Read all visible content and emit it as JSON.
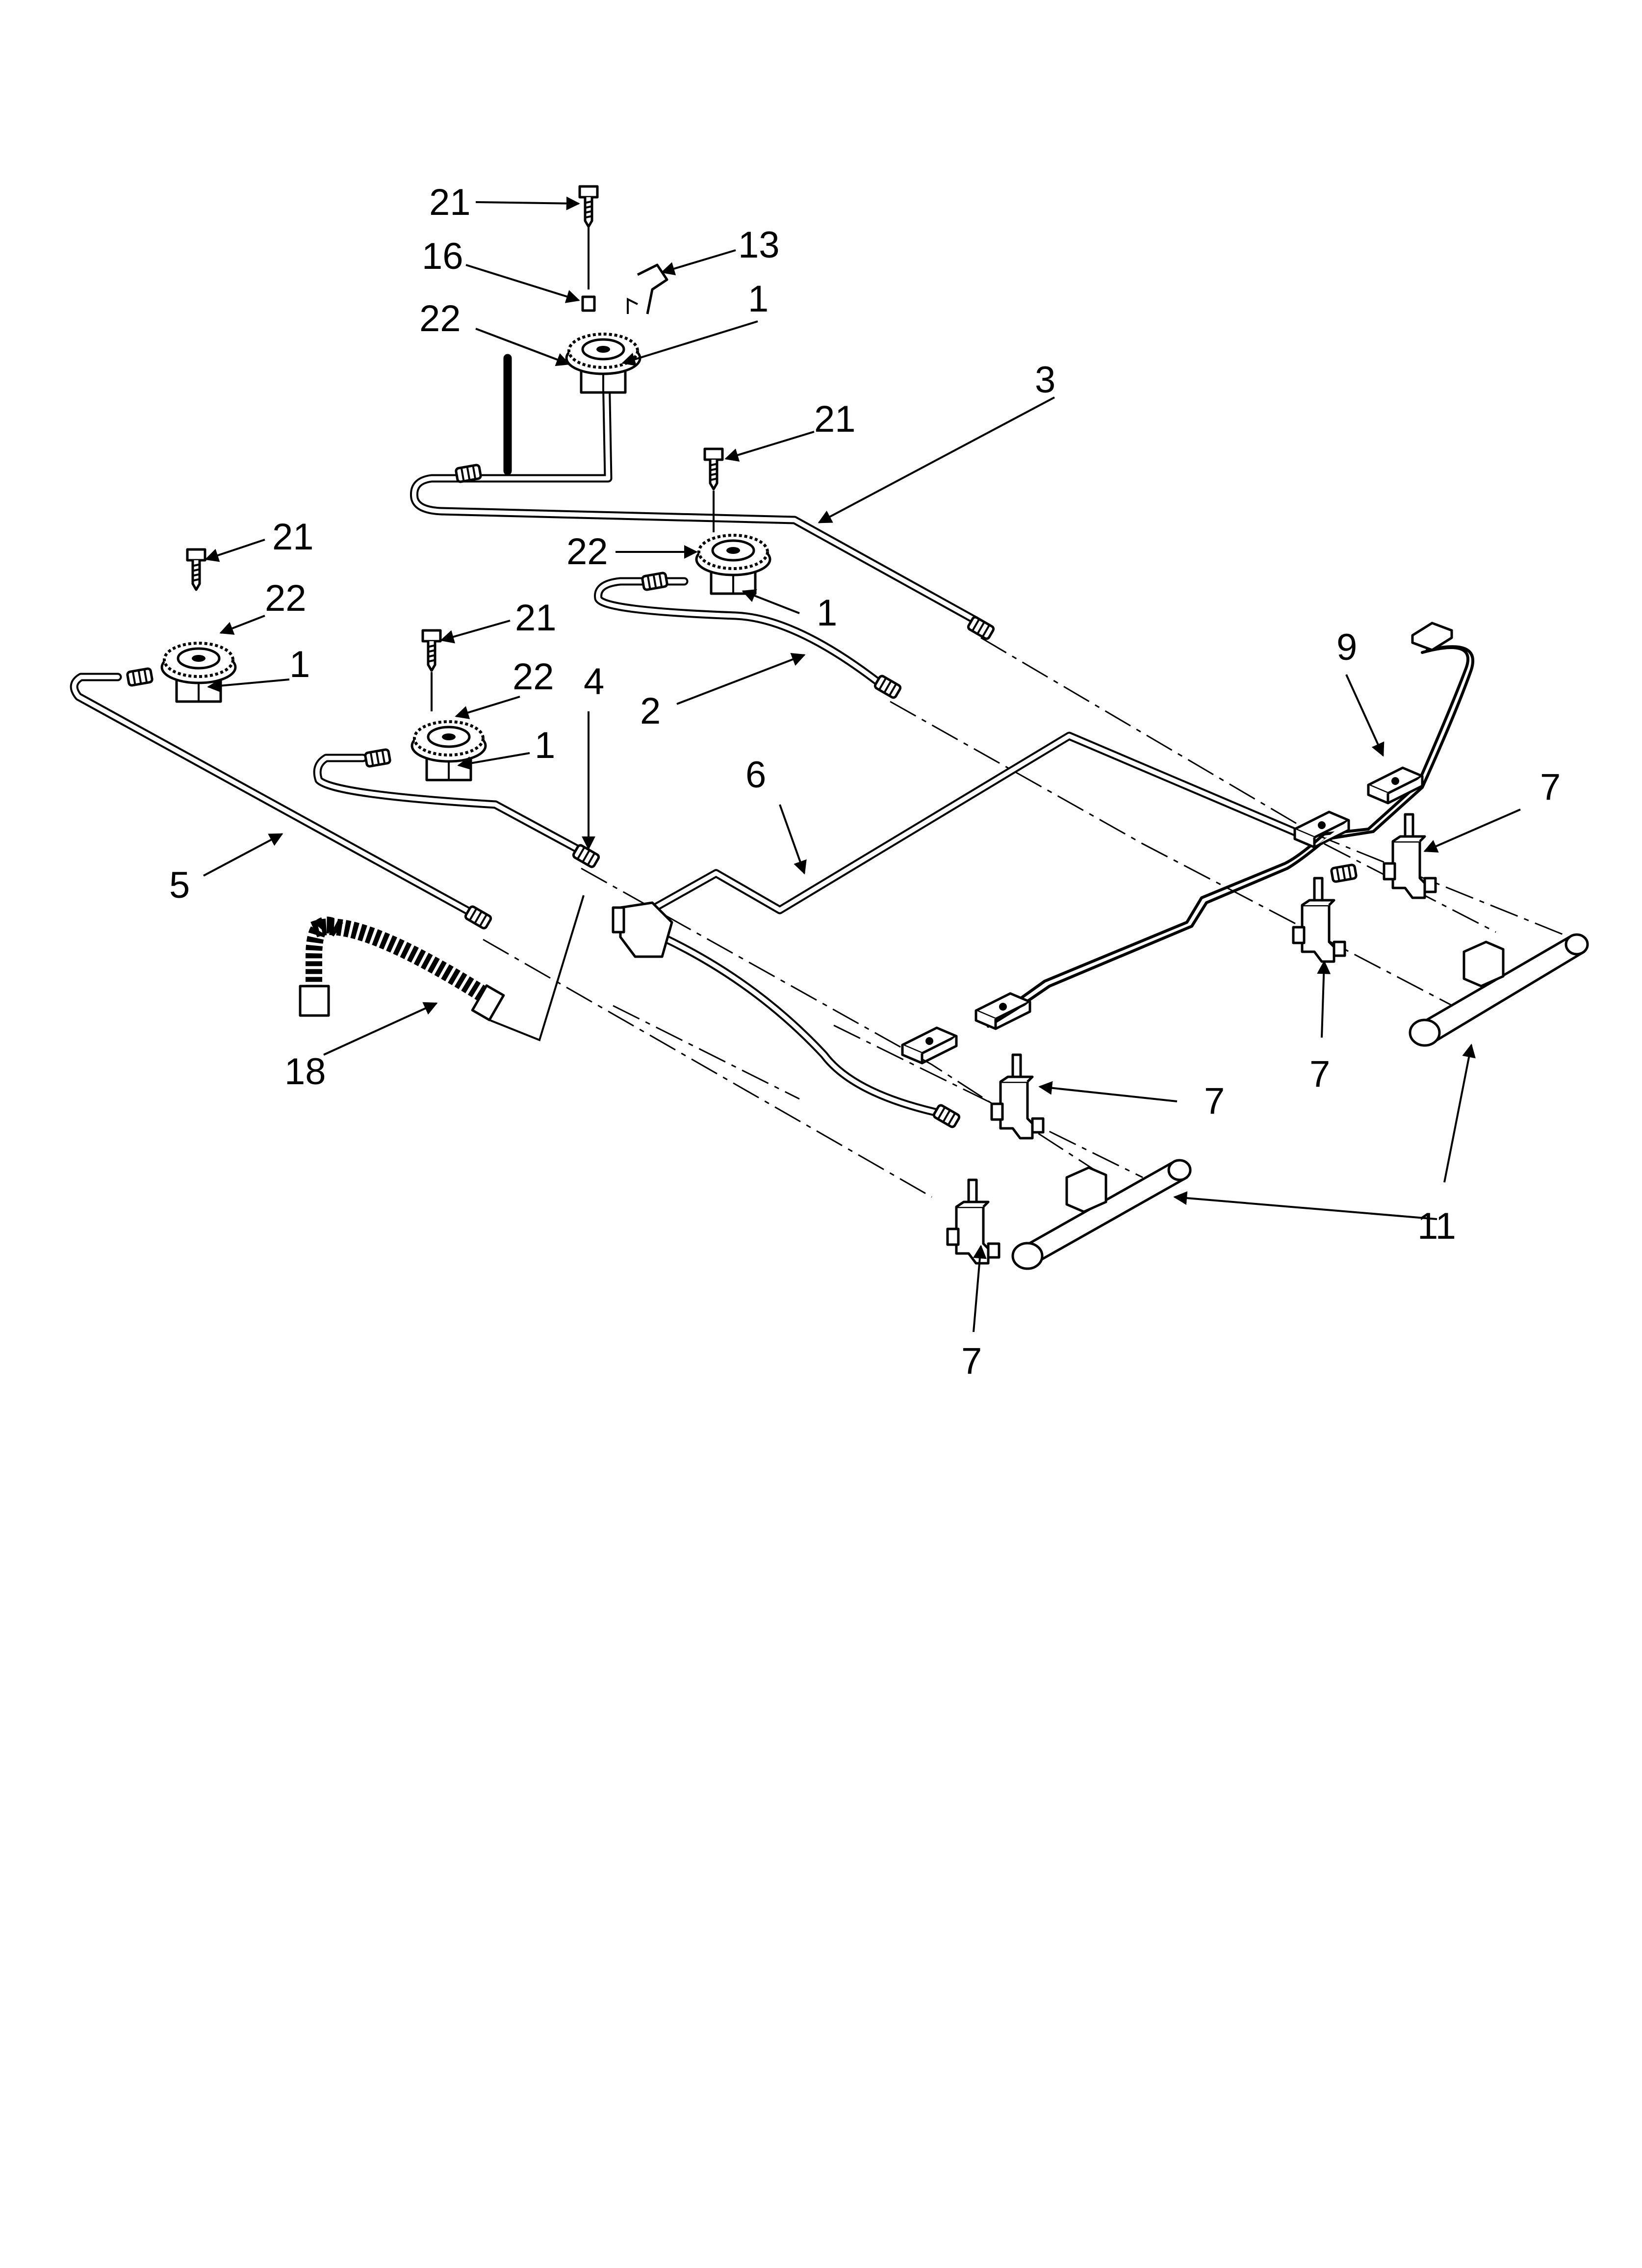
{
  "callouts": [
    {
      "id": "c21a",
      "text": "21"
    },
    {
      "id": "c16",
      "text": "16"
    },
    {
      "id": "c13",
      "text": "13"
    },
    {
      "id": "c22a",
      "text": "22"
    },
    {
      "id": "c1a",
      "text": "1"
    },
    {
      "id": "c3",
      "text": "3"
    },
    {
      "id": "c21b",
      "text": "21"
    },
    {
      "id": "c22b",
      "text": "22"
    },
    {
      "id": "c1b",
      "text": "1"
    },
    {
      "id": "c21c",
      "text": "21"
    },
    {
      "id": "c22c",
      "text": "22"
    },
    {
      "id": "c1c",
      "text": "1"
    },
    {
      "id": "c21d",
      "text": "21"
    },
    {
      "id": "c22d",
      "text": "22"
    },
    {
      "id": "c1d",
      "text": "1"
    },
    {
      "id": "c4",
      "text": "4"
    },
    {
      "id": "c2",
      "text": "2"
    },
    {
      "id": "c9",
      "text": "9"
    },
    {
      "id": "c6",
      "text": "6"
    },
    {
      "id": "c7a",
      "text": "7"
    },
    {
      "id": "c5",
      "text": "5"
    },
    {
      "id": "c18",
      "text": "18"
    },
    {
      "id": "c7b",
      "text": "7"
    },
    {
      "id": "c7c",
      "text": "7"
    },
    {
      "id": "c11",
      "text": "11"
    },
    {
      "id": "c7d",
      "text": "7"
    }
  ]
}
